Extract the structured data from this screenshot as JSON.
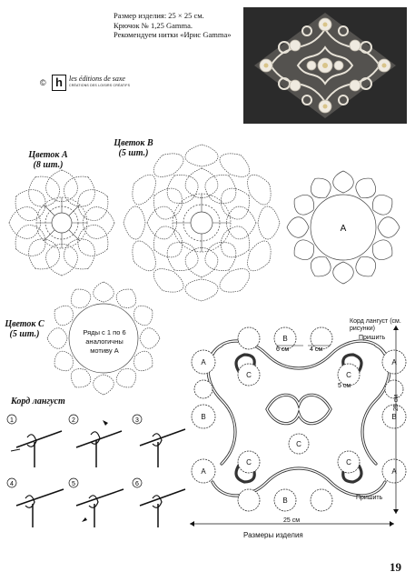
{
  "header": {
    "size_line": "Размер изделия: 25 × 25 см.",
    "hook_line": "Крючок № 1,25 Gamma.",
    "yarn_line": "Рекомендуем нитки «Ирис Gamma»"
  },
  "publisher": {
    "copyright": "©",
    "logo_letter": "h",
    "name": "les éditions de saxe",
    "tagline": "CRÉATIONS DES LOISIRS CRÉATIFS"
  },
  "motifs": {
    "flower_a": {
      "title": "Цветок А",
      "count": "(8 шт.)"
    },
    "flower_b": {
      "title": "Цветок В",
      "count": "(5 шт.)"
    },
    "flower_c": {
      "title": "Цветок С",
      "count": "(5 шт.)",
      "note": "Ряды с 1 по 6 аналогичны мотиву А"
    },
    "shape_a_label": "A"
  },
  "cord": {
    "title": "Корд лангуст",
    "steps": [
      "1",
      "2",
      "3",
      "4",
      "5",
      "6"
    ]
  },
  "assembly": {
    "cord_note": "Корд лангуст (см. рисунки)",
    "attach_top": "Пришить",
    "attach_bottom": "Пришить",
    "dim_6cm": "6 см",
    "dim_4cm": "4 см",
    "dim_5cm": "5 см",
    "width": "25 см",
    "height": "25 см",
    "caption": "Размеры изделия",
    "motif_labels": {
      "a": "A",
      "b": "B",
      "c": "C"
    }
  },
  "page_number": "19"
}
